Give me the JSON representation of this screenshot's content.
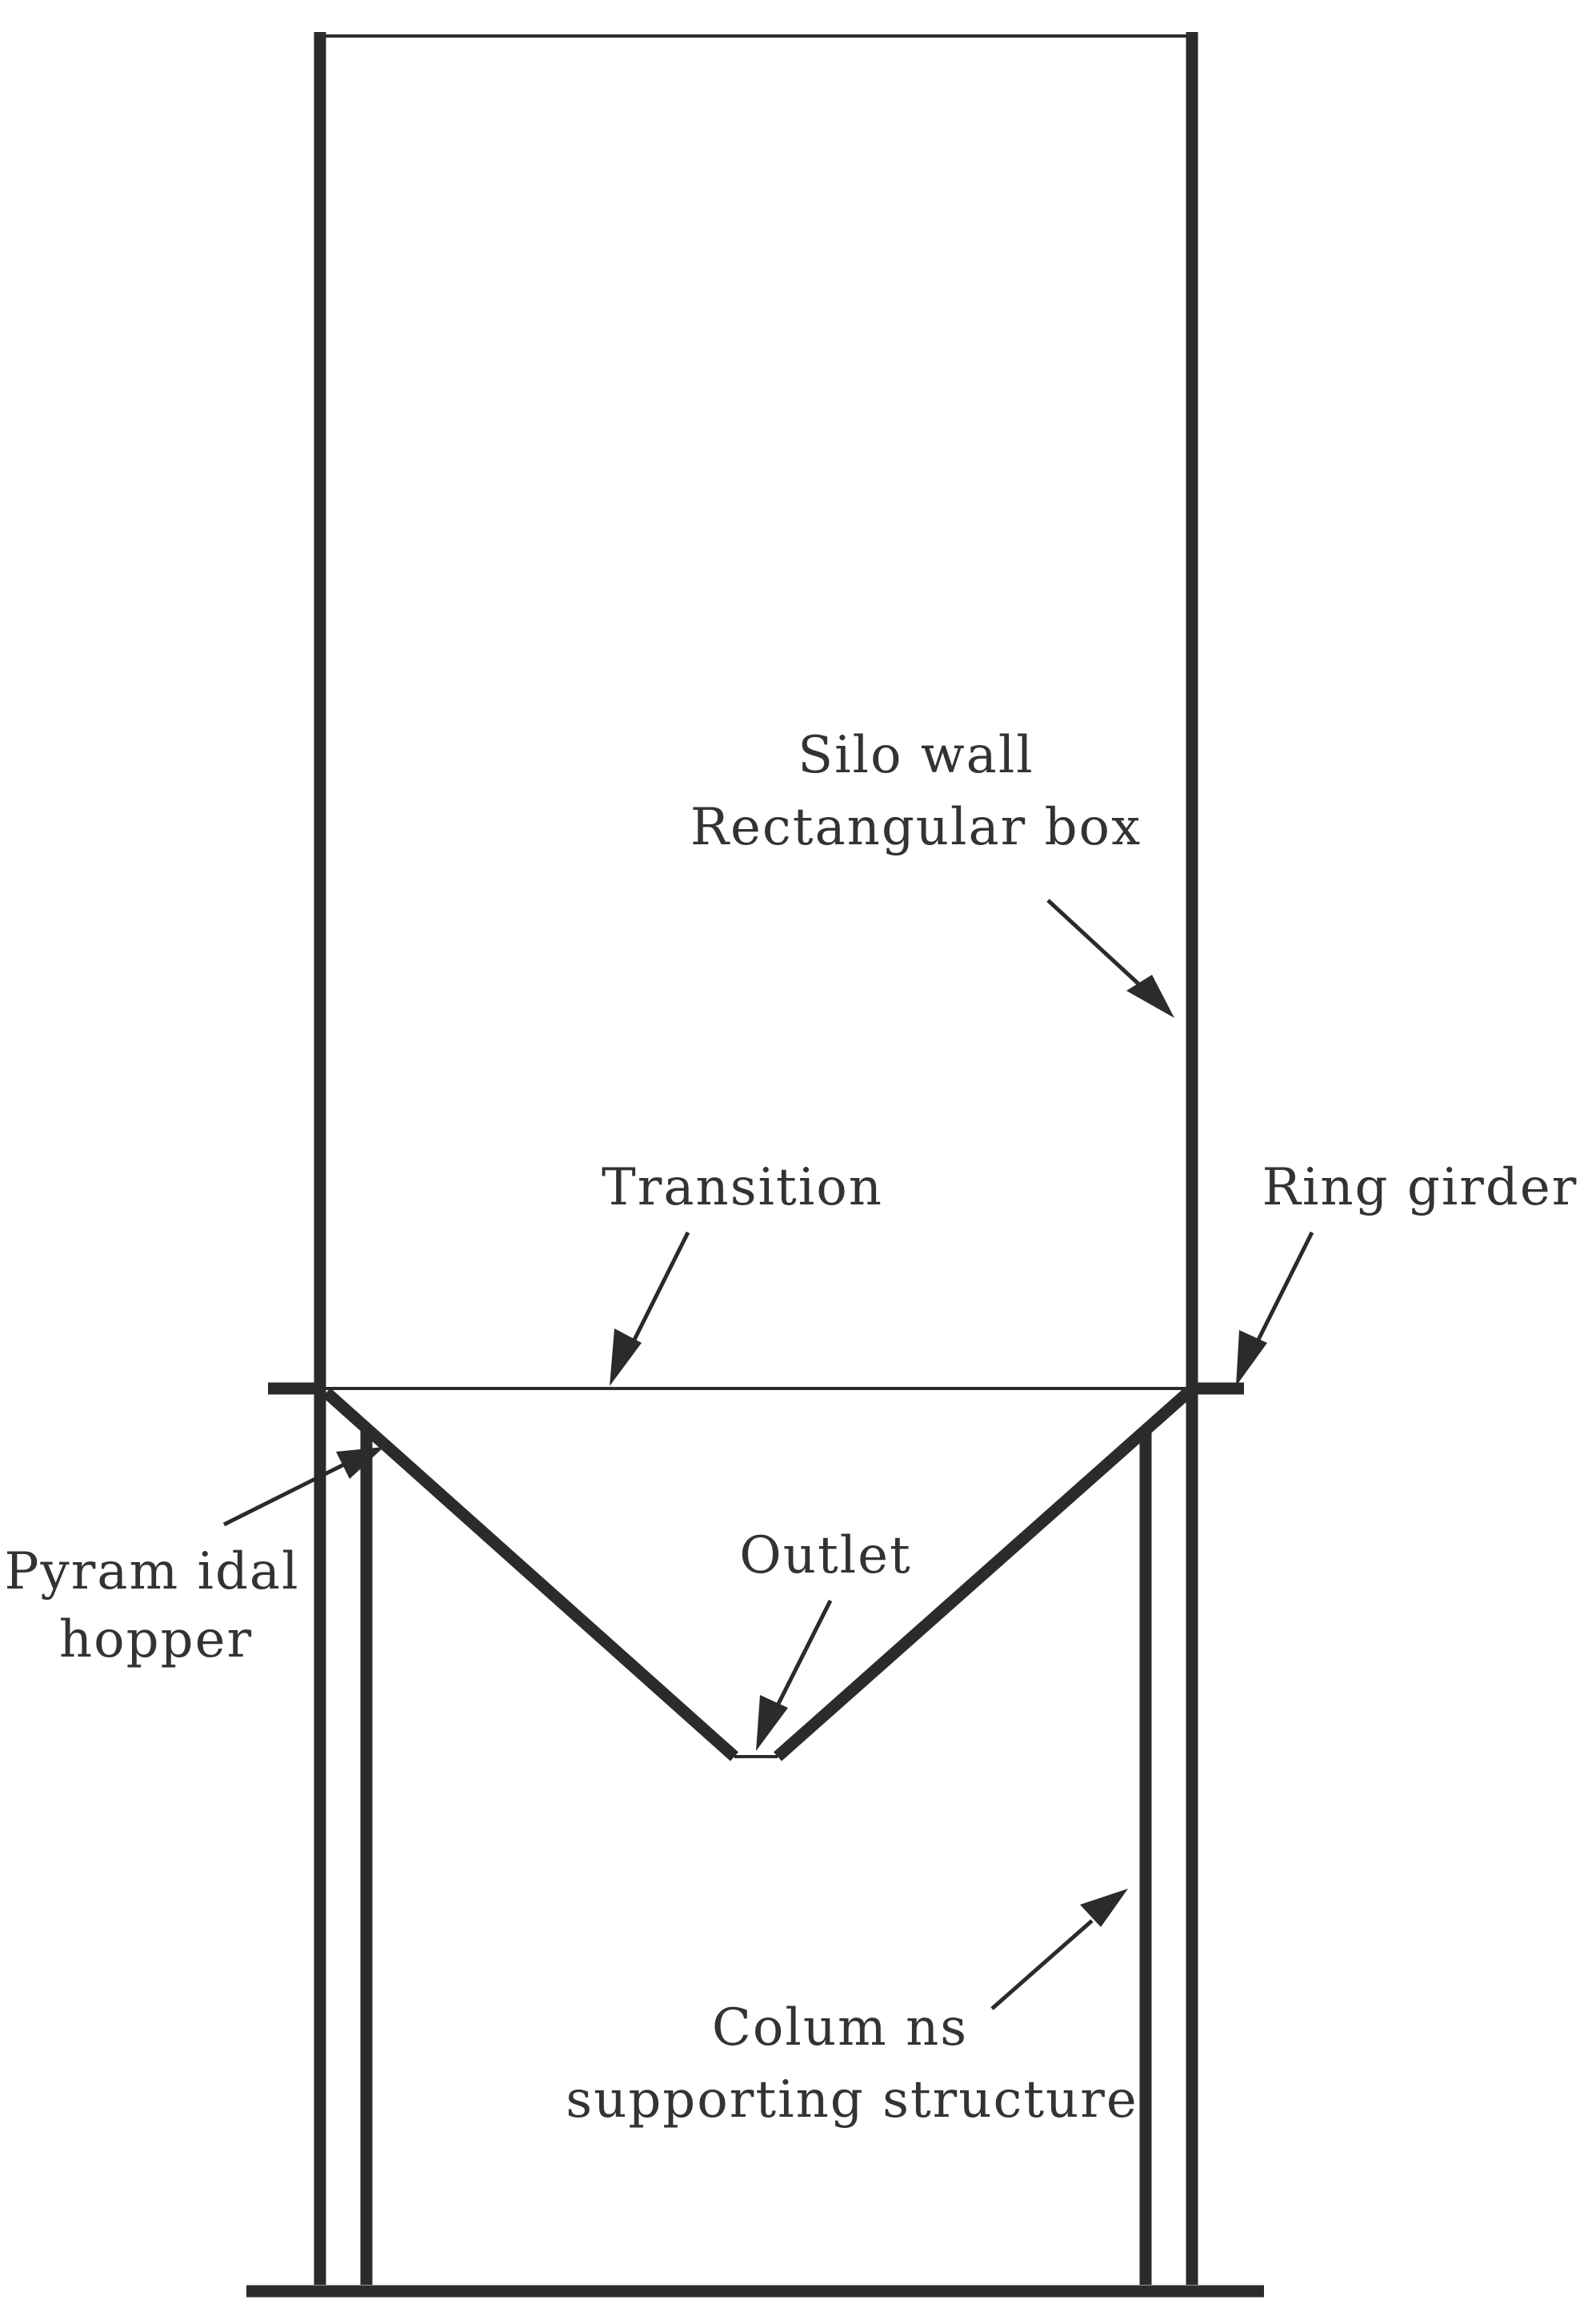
{
  "diagram": {
    "labels": {
      "silo_wall_line1": "Silo wall",
      "silo_wall_line2": "Rectangular box",
      "transition": "Transition",
      "ring_girder": "Ring girder",
      "pyramidal_hopper_line1": "Pyram idal",
      "pyramidal_hopper_line2": "hopper",
      "outlet": "Outlet",
      "columns_line1": "Colum ns",
      "columns_line2": "supporting structure"
    },
    "colors": {
      "line": "#2b2b2b",
      "text": "#333333",
      "background": "#ffffff"
    }
  }
}
